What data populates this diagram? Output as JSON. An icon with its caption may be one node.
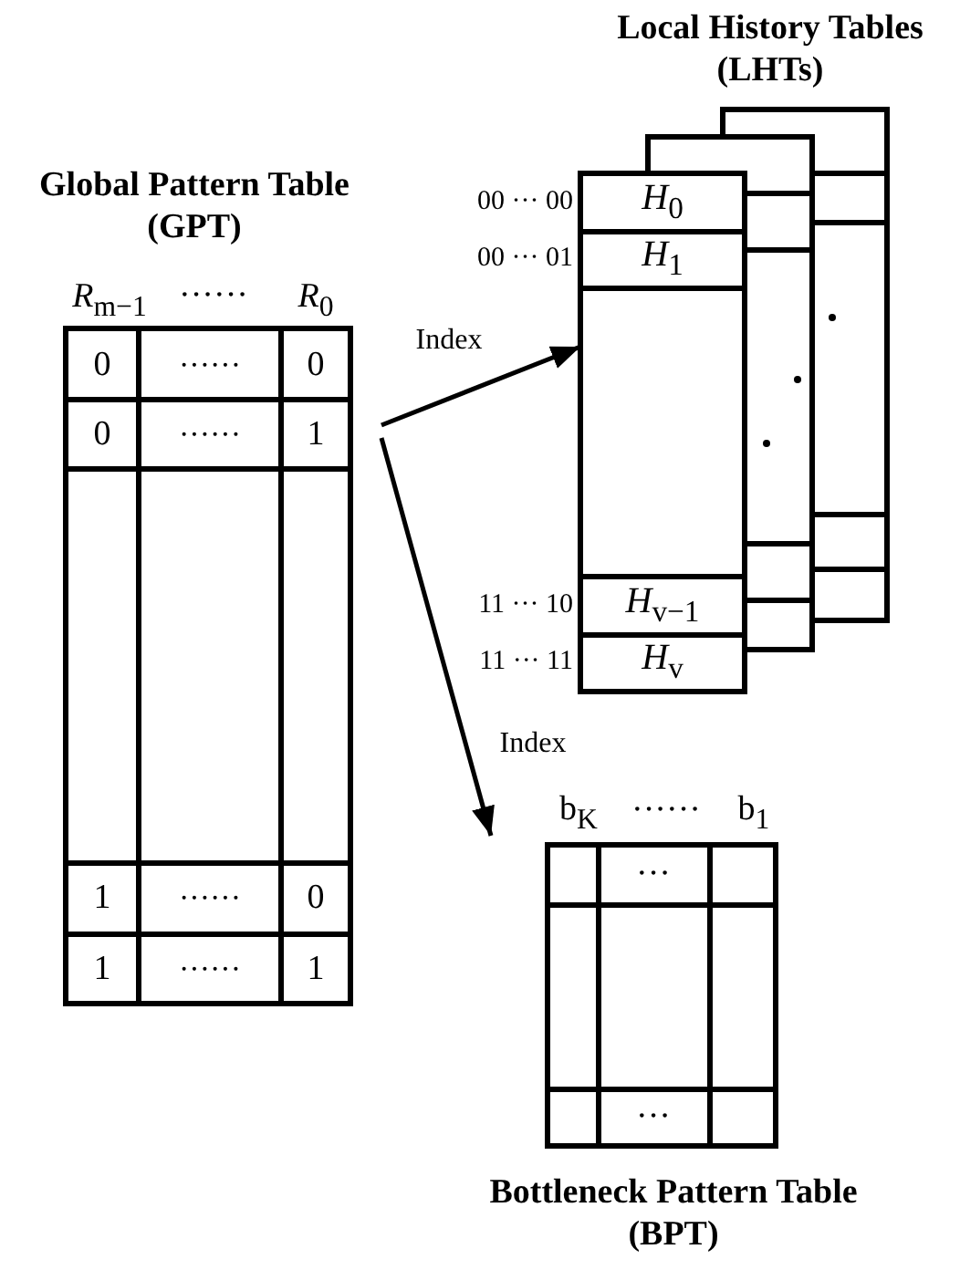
{
  "diagram": {
    "nodes": [
      {
        "text": [
          "Global Pattern Table (GPT)"
        ]
      },
      {
        "text": [
          "Local History Tables (LHTs)"
        ]
      },
      {
        "text": [
          "Bottleneck Pattern Table (BPT)"
        ]
      }
    ],
    "edges": [
      {
        "from": 0,
        "to": 1,
        "arrow": "to",
        "label": "Index"
      },
      {
        "from": 0,
        "to": 2,
        "arrow": "to",
        "label": "Index"
      }
    ],
    "labels": [
      "*R*$_{m−1}$",
      "······",
      "*R*$_{0}$",
      "0",
      "······",
      "0",
      "0",
      "······",
      "1",
      "1",
      "······",
      "0",
      "1",
      "······",
      "1",
      "00 ··· 00",
      "*H*$_{0}$",
      "00 ··· 01",
      "*H*$_{1}$",
      "11 ··· 10",
      "*H*$_{v−1}$",
      "11 ··· 11",
      "*H*$_{v}$",
      "b$_{K}$",
      "······",
      "b$_{1}$",
      "···",
      "···"
    ]
  }
}
